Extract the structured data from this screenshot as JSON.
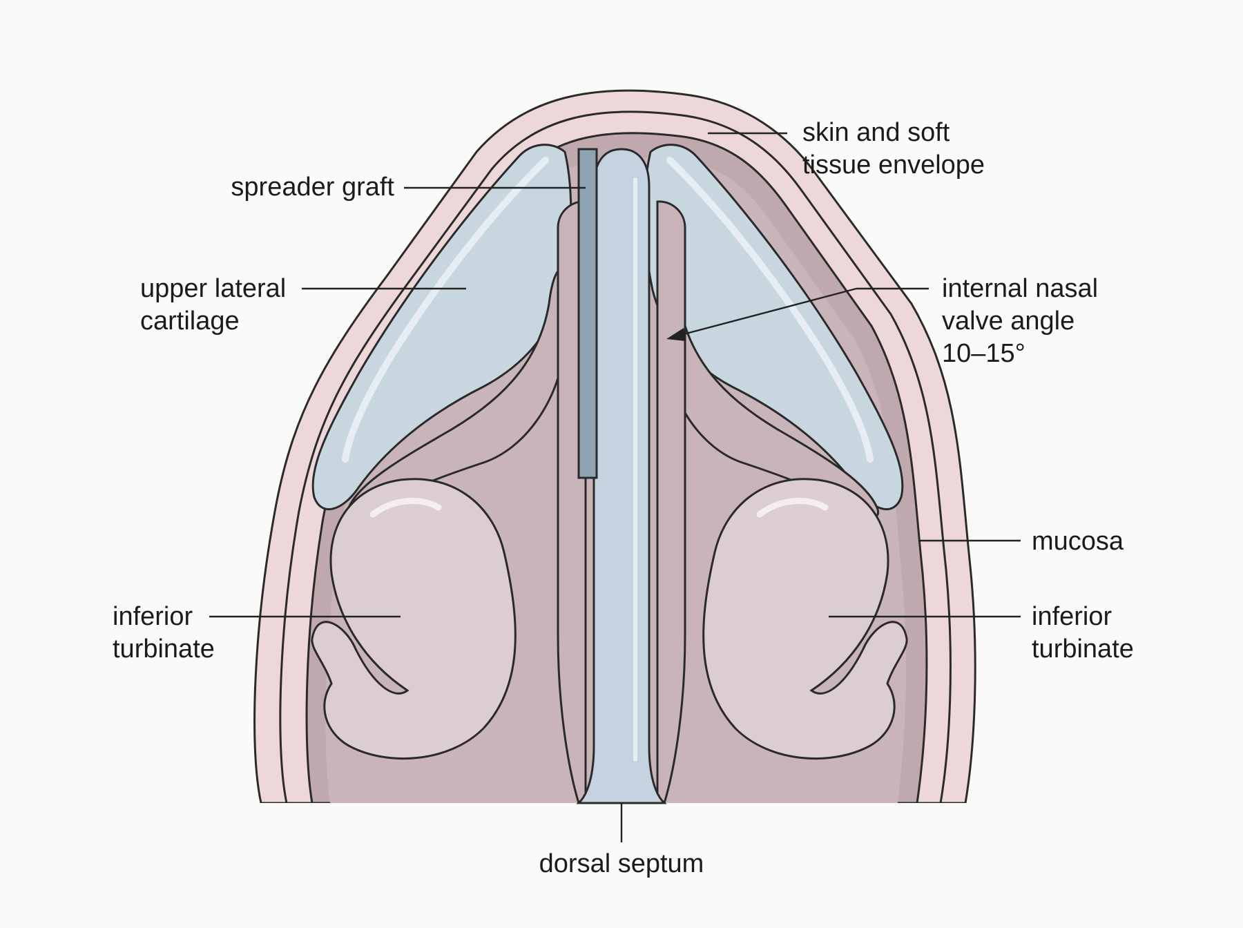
{
  "labels": {
    "skin_1": "skin and soft",
    "skin_2": "tissue envelope",
    "spreader": "spreader graft",
    "ulc_1": "upper lateral",
    "ulc_2": "cartilage",
    "valve_1": "internal nasal",
    "valve_2": "valve angle",
    "valve_3": "10–15°",
    "mucosa": "mucosa",
    "turb_left_1": "inferior",
    "turb_left_2": "turbinate",
    "turb_right_1": "inferior",
    "turb_right_2": "turbinate",
    "septum": "dorsal septum"
  },
  "colors": {
    "background": "#fafaf8",
    "skin": "#edd7d8",
    "mucosa": "#bfa9ae",
    "cavity": "#c9b5b9",
    "turbinate": "#dccdd1",
    "cartilage": "#c7d6df",
    "septum": "#c4d3df",
    "graft": "#8fa4b3",
    "outline": "#2a2a2a"
  }
}
